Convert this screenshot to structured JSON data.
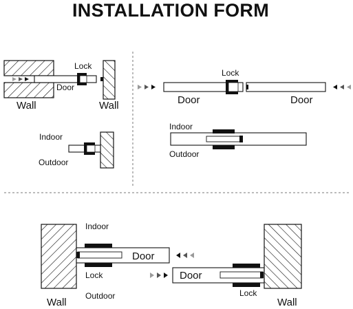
{
  "title": "INSTALLATION FORM",
  "panel_top_left": {
    "lock_label": "Lock",
    "door_label": "Door",
    "wall_left_label": "Wall",
    "wall_right_label": "Wall",
    "indoor_label": "Indoor",
    "outdoor_label": "Outdoor"
  },
  "panel_top_right": {
    "lock_label": "Lock",
    "door_left_label": "Door",
    "door_right_label": "Door",
    "indoor_label": "Indoor",
    "outdoor_label": "Outdoor"
  },
  "panel_bottom": {
    "indoor_label": "Indoor",
    "door_upper_label": "Door",
    "lock_left_label": "Lock",
    "outdoor_label": "Outdoor",
    "door_lower_label": "Door",
    "lock_right_label": "Lock",
    "wall_left_label": "Wall",
    "wall_right_label": "Wall"
  },
  "colors": {
    "ink": "#111111",
    "arrow_grey": "#9a9a9a",
    "divider": "#777777"
  }
}
